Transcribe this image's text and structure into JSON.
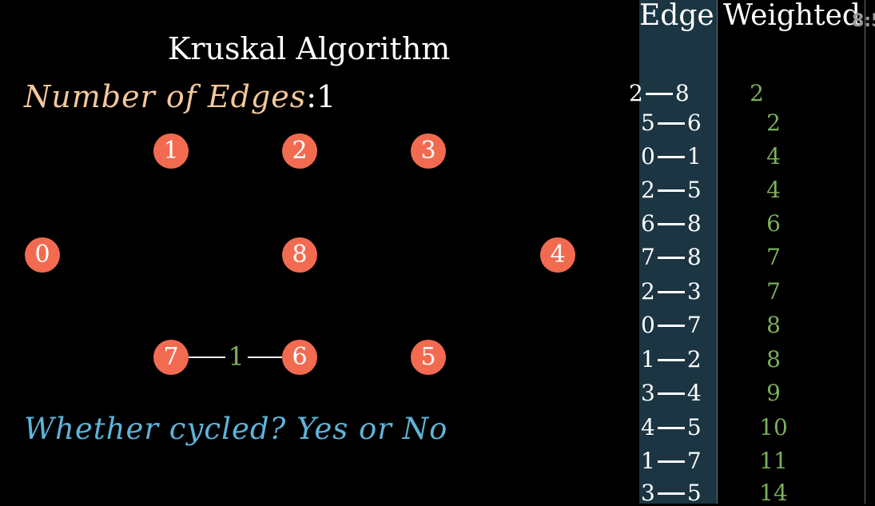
{
  "title": "Kruskal Algorithm",
  "edge_count": {
    "label": "Number   of   Edges",
    "separator": ":",
    "value": "1"
  },
  "cycle_question": "Whether   cycled?   Yes   or   No",
  "table": {
    "edge_header": "Edge",
    "weight_header": "Weighted",
    "timestamp": "8:5",
    "rows": [
      {
        "from": "2",
        "to": "8",
        "weight": "2"
      },
      {
        "from": "5",
        "to": "6",
        "weight": "2"
      },
      {
        "from": "0",
        "to": "1",
        "weight": "4"
      },
      {
        "from": "2",
        "to": "5",
        "weight": "4"
      },
      {
        "from": "6",
        "to": "8",
        "weight": "6"
      },
      {
        "from": "7",
        "to": "8",
        "weight": "7"
      },
      {
        "from": "2",
        "to": "3",
        "weight": "7"
      },
      {
        "from": "0",
        "to": "7",
        "weight": "8"
      },
      {
        "from": "1",
        "to": "2",
        "weight": "8"
      },
      {
        "from": "3",
        "to": "4",
        "weight": "9"
      },
      {
        "from": "4",
        "to": "5",
        "weight": "10"
      },
      {
        "from": "1",
        "to": "7",
        "weight": "11"
      },
      {
        "from": "3",
        "to": "5",
        "weight": "14"
      }
    ]
  },
  "graph": {
    "nodes": [
      {
        "id": "0",
        "label": "0"
      },
      {
        "id": "1",
        "label": "1"
      },
      {
        "id": "2",
        "label": "2"
      },
      {
        "id": "3",
        "label": "3"
      },
      {
        "id": "4",
        "label": "4"
      },
      {
        "id": "5",
        "label": "5"
      },
      {
        "id": "6",
        "label": "6"
      },
      {
        "id": "7",
        "label": "7"
      },
      {
        "id": "8",
        "label": "8"
      }
    ],
    "selected_edges": [
      {
        "from": "7",
        "to": "6",
        "weight": "1"
      }
    ]
  },
  "colors": {
    "node_fill": "#f26b50",
    "edge_label_text": "#f5c79a",
    "cycle_text": "#5fb3d9",
    "weight_text": "#7bb05a",
    "edge_column_bg": "#1b3542"
  }
}
